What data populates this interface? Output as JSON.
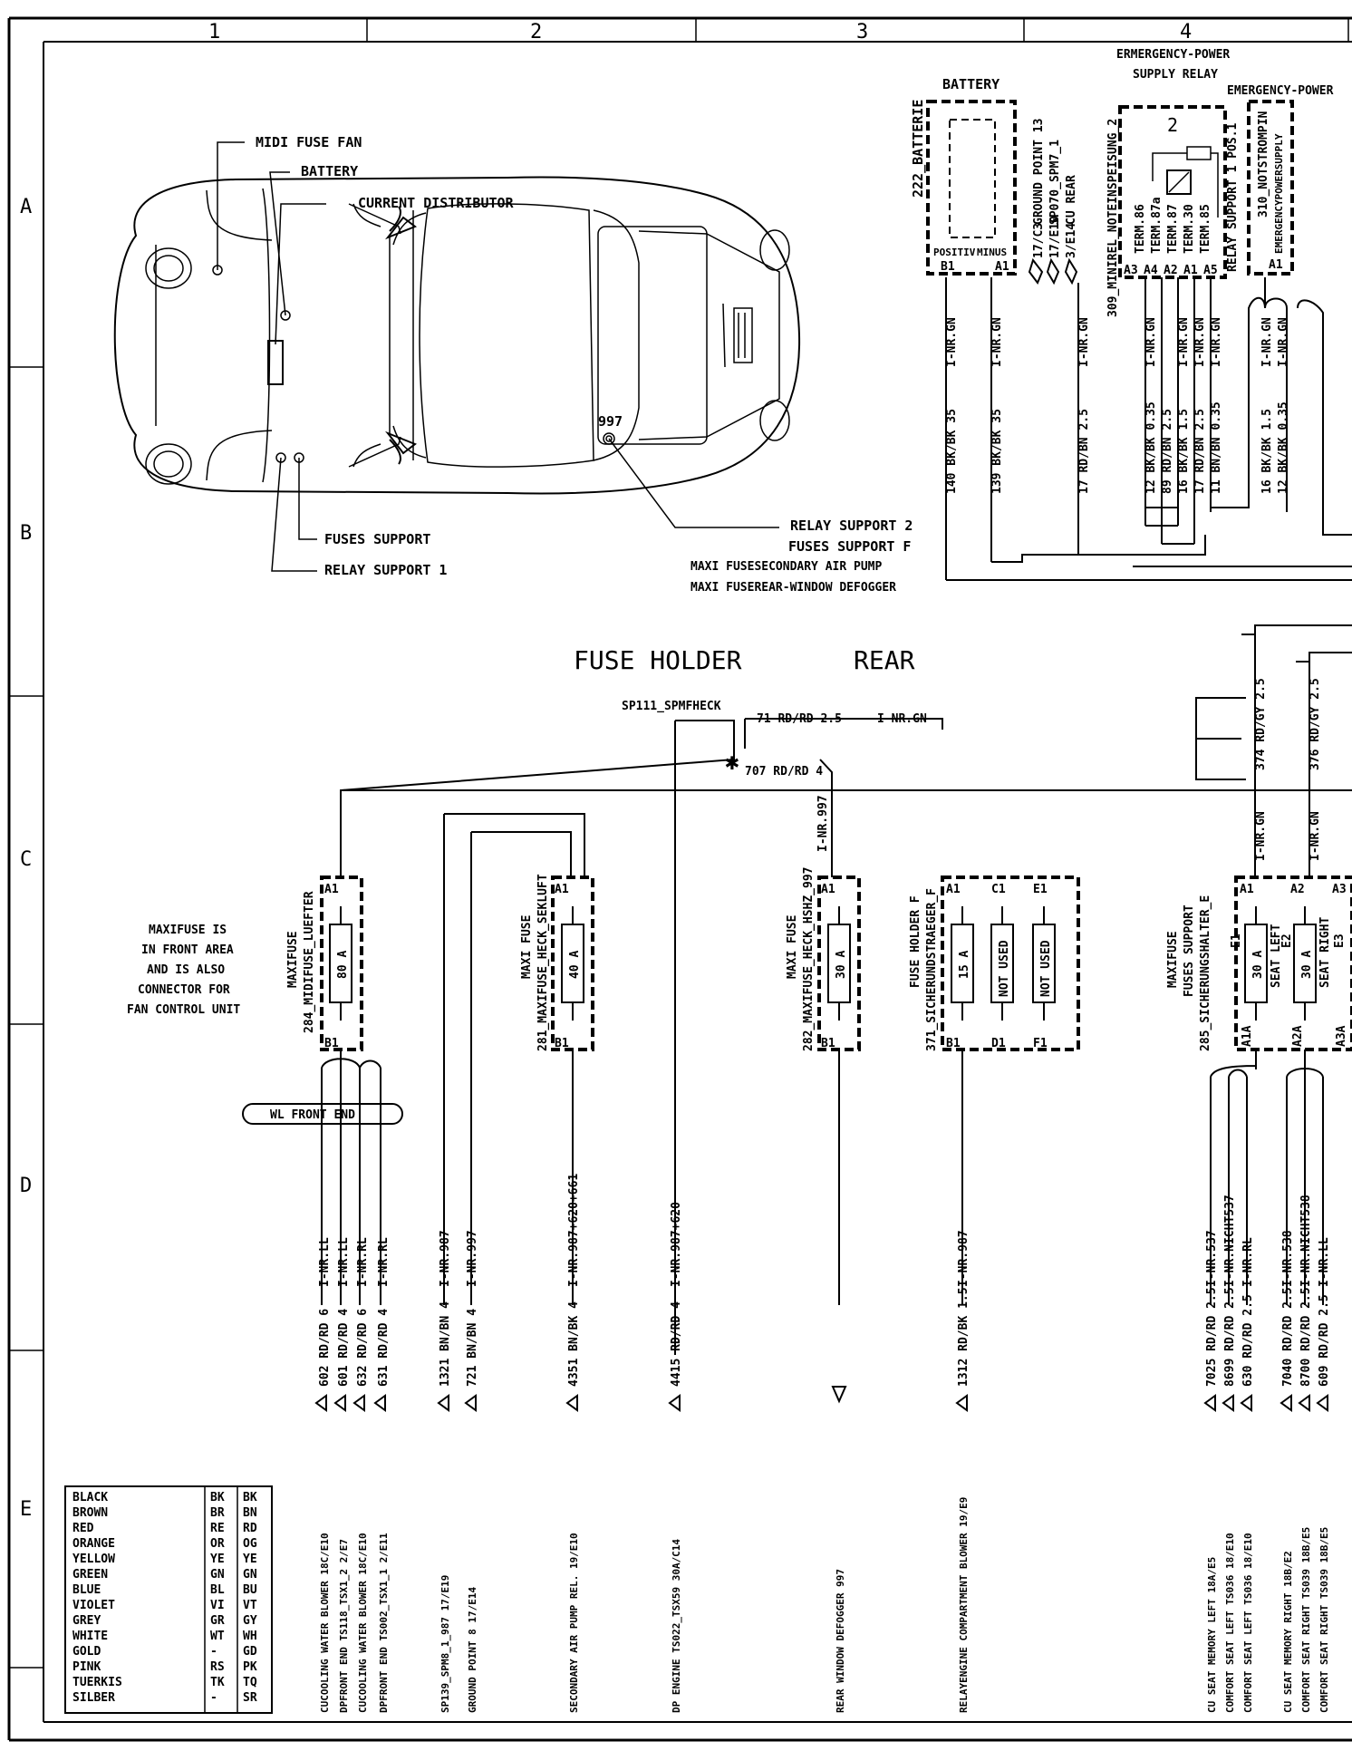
{
  "grid": {
    "columns": [
      "1",
      "2",
      "3",
      "4"
    ],
    "rows": [
      "A",
      "B",
      "C",
      "D",
      "E"
    ]
  },
  "car_callouts": {
    "midi_fuse_fan": "MIDI FUSE FAN",
    "battery": "BATTERY",
    "current_distributor": "CURRENT DISTRIBUTOR",
    "fuses_support": "FUSES SUPPORT",
    "relay_support_1": "RELAY SUPPORT 1",
    "model_badge": "997",
    "relay_support_2": "RELAY SUPPORT 2",
    "fuses_support_f": "FUSES SUPPORT F",
    "maxi_fuse_sec_air": "MAXI FUSESECONDARY AIR PUMP",
    "maxi_fuse_rear_window": "MAXI FUSEREAR-WINDOW DEFOGGER"
  },
  "fuse_holder": {
    "title": "FUSE HOLDER",
    "subtitle": "REAR",
    "splice": "SP111_SPMFHECK",
    "section_letter": "E"
  },
  "battery": {
    "title": "BATTERY",
    "ref": "222_BATTERIE",
    "pos": "POSITIV",
    "neg": "MINUS",
    "pin_b1": "B1",
    "pin_a1": "A1"
  },
  "top_ground": {
    "l1": "GROUND POINT 13",
    "l2": "SP070_SPM7_1",
    "l3": "CU REAR",
    "c1": "17/C3",
    "c2": "17/E10",
    "c3": "3/E14"
  },
  "relay": {
    "title1": "ERMERGENCY-POWER",
    "title2": "SUPPLY RELAY",
    "num": "2",
    "ref": "309_MINIREL_NOTEINSPEISUNG_2",
    "terms": [
      "TERM.86",
      "TERM.87a",
      "TERM.87",
      "TERM.30",
      "TERM.85"
    ],
    "pins": [
      "A3",
      "A4",
      "A2",
      "A1",
      "A5"
    ]
  },
  "support": {
    "title": "EMERGENCY-POWER",
    "ref": "310_NOTSTROMPIN",
    "side": "RELAY SUPPORT 1 POS.1",
    "inner": "EMERGENCYPOWERSUPPLY",
    "pin": "A1"
  },
  "top_wires": [
    "140 BK/BK 35",
    "139 BK/BK 35",
    "17 RD/BN 2.5",
    "12 BK/BK 0.35",
    "89 RD/BN 2.5",
    "16 BK/BK 1.5",
    "17 RD/BN 2.5",
    "11 BN/BN 0.35",
    "16 BK/BK 1.5",
    "12 BK/BK 0.35"
  ],
  "conn_label": "I-NR.GN",
  "splice_wires": {
    "w71": "71 RD/RD 2.5",
    "w707": "707 RD/RD 4",
    "w997": "I-NR.997"
  },
  "fuses": [
    {
      "ref": "284_MIDIFUSE_LUEFTER",
      "name": "MAXIFUSE",
      "rating": "80 A",
      "pin_a": "A1",
      "pin_b": "B1"
    },
    {
      "ref": "281_MAXIFUSE_HECK_SEKLUFT",
      "name": "MAXI FUSE",
      "rating": "40 A",
      "pin_a": "A1",
      "pin_b": "B1"
    },
    {
      "ref": "282_MAXIFUSE_HECK_HSHZ_997",
      "name": "MAXI FUSE",
      "rating": "30 A",
      "pin_a": "A1",
      "pin_b": "B1"
    }
  ],
  "fuse_holder_f": {
    "title": "FUSE HOLDER F",
    "ref": "371_SICHERUNDSTRAEGER_F",
    "rating": "15 A",
    "not_used": "NOT USED",
    "pins": [
      "A1",
      "B1",
      "C1",
      "D1",
      "E1",
      "F1"
    ]
  },
  "fuses_support_e": {
    "title1": "MAXIFUSE",
    "title2": "FUSES SUPPORT",
    "ref": "285_SICHERUNGSHALTER_E",
    "e1": "E1",
    "e1_rating": "30 A",
    "e1_name": "SEAT LEFT",
    "e2": "E2",
    "e2_rating": "30 A",
    "e2_name": "SEAT RIGHT",
    "e3": "E3",
    "pins": [
      "A1",
      "A2",
      "A3",
      "A1A",
      "A2A",
      "A3A"
    ],
    "wire_374": "374 RD/GY 2.5",
    "wire_376": "376 RD/GY 2.5"
  },
  "maxifuse_note": [
    "MAXIFUSE IS",
    "IN FRONT AREA",
    "AND IS ALSO",
    "CONNECTOR FOR",
    "FAN CONTROL UNIT"
  ],
  "wl_front_end": "WL FRONT END",
  "bottom_wires": [
    {
      "wire": "602 RD/RD 6",
      "conn": "I-NR.LL",
      "dest": "CUCOOLING WATER BLOWER 18C/E10"
    },
    {
      "wire": "601 RD/RD 4",
      "conn": "I-NR.LL",
      "dest": "DPFRONT END  TS118_TSX1_2  2/E7"
    },
    {
      "wire": "632 RD/RD 6",
      "conn": "I-NR.RL",
      "dest": "CUCOOLING WATER BLOWER 18C/E10"
    },
    {
      "wire": "631 RD/RD 4",
      "conn": "I-NR.RL",
      "dest": "DPFRONT END  TS002_TSX1_1  2/E11"
    },
    {
      "wire": "1321 BN/BN 4",
      "conn": "I-NR.987",
      "dest": "SP139_SPM8_1_987  17/E19"
    },
    {
      "wire": "721 BN/BN 4",
      "conn": "I-NR.997",
      "dest": "GROUND POINT 8  17/E14"
    },
    {
      "wire": "4351 BN/BK 4",
      "conn": "I-NR.987+620+661",
      "dest": "SECONDARY AIR PUMP REL.  19/E10"
    },
    {
      "wire": "4415 RD/RD 4",
      "conn": "I-NR.987+620",
      "dest": "DP ENGINE  TS022_TSX59 30A/C14"
    },
    {
      "wire": "",
      "conn": "",
      "dest": "REAR WINDOW DEFOGGER 997"
    },
    {
      "wire": "1312 RD/BK 1.5",
      "conn": "I-NR.987",
      "dest": "RELAYENGINE COMPARTMENT BLOWER  19/E9"
    },
    {
      "wire": "7025 RD/RD 2.5",
      "conn": "I-NR.537",
      "dest": "CU SEAT MEMORY LEFT  18A/E5"
    },
    {
      "wire": "8699 RD/RD 2.5",
      "conn": "I-NR.NICHT537",
      "dest": "COMFORT SEAT LEFT  TS036  18/E10"
    },
    {
      "wire": "630 RD/RD 2.5",
      "conn": "I-NR.RL",
      "dest": "COMFORT SEAT LEFT  TS036  18/E10"
    },
    {
      "wire": "7040 RD/RD 2.5",
      "conn": "I-NR.538",
      "dest": "CU SEAT MEMORY RIGHT  18B/E2"
    },
    {
      "wire": "8700 RD/RD 2.5",
      "conn": "I-NR.NICHT538",
      "dest": "COMFORT SEAT RIGHT  TS039  18B/E5"
    },
    {
      "wire": "609 RD/RD 2.5",
      "conn": "I-NR.LL",
      "dest": "COMFORT SEAT RIGHT  TS039  18B/E5"
    }
  ],
  "color_legend": [
    [
      "BLACK",
      "BK",
      "BK"
    ],
    [
      "BROWN",
      "BR",
      "BN"
    ],
    [
      "RED",
      "RE",
      "RD"
    ],
    [
      "ORANGE",
      "OR",
      "OG"
    ],
    [
      "YELLOW",
      "YE",
      "YE"
    ],
    [
      "GREEN",
      "GN",
      "GN"
    ],
    [
      "BLUE",
      "BL",
      "BU"
    ],
    [
      "VIOLET",
      "VI",
      "VT"
    ],
    [
      "GREY",
      "GR",
      "GY"
    ],
    [
      "WHITE",
      "WT",
      "WH"
    ],
    [
      "GOLD",
      "-",
      "GD"
    ],
    [
      "PINK",
      "RS",
      "PK"
    ],
    [
      "TUERKIS",
      "TK",
      "TQ"
    ],
    [
      "SILBER",
      "-",
      "SR"
    ]
  ]
}
